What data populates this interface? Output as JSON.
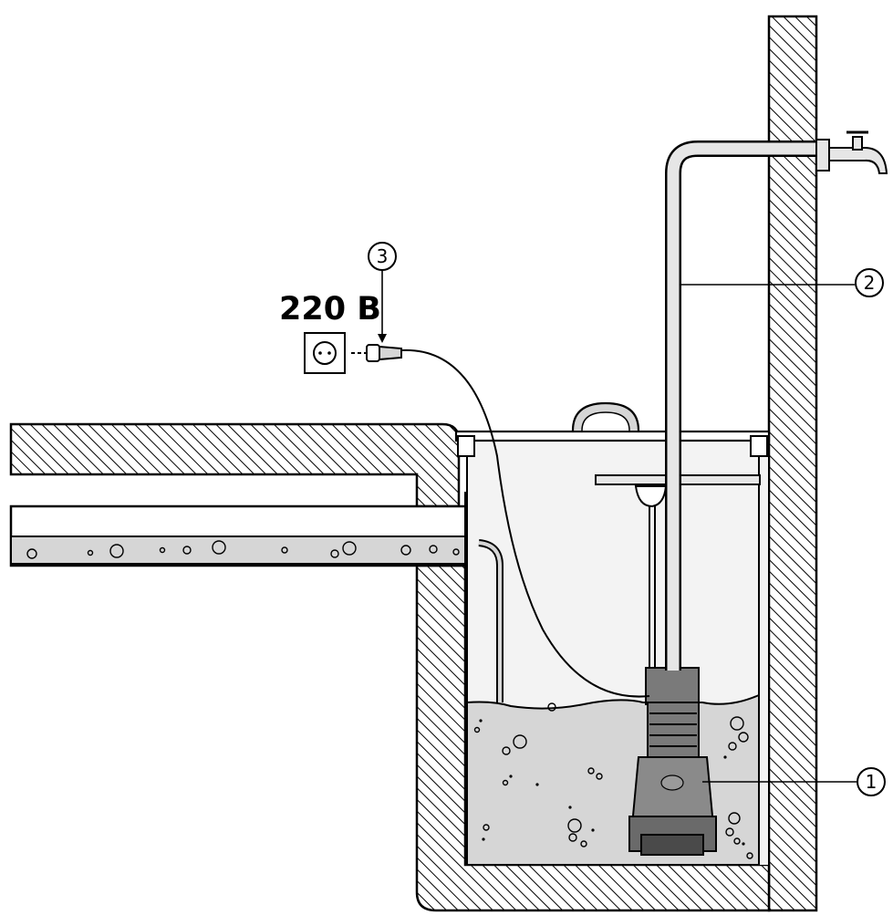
{
  "supply": {
    "voltage_label": "220 B"
  },
  "callouts": [
    {
      "number": "1",
      "target": "submersible-pump"
    },
    {
      "number": "2",
      "target": "discharge-hose"
    },
    {
      "number": "3",
      "target": "power-plug"
    }
  ],
  "colors": {
    "outline": "#000000",
    "wall_hatch": "#000000",
    "water": "#d6d6d6",
    "tank_fill": "#efefef",
    "pump_body": "#7a7a7a",
    "pump_dark": "#4a4a4a",
    "hose": "#e6e6e6",
    "background": "#ffffff"
  },
  "icons": [
    "wall-socket-icon",
    "power-plug-icon",
    "water-tap-icon",
    "float-switch-icon",
    "pump-icon"
  ]
}
